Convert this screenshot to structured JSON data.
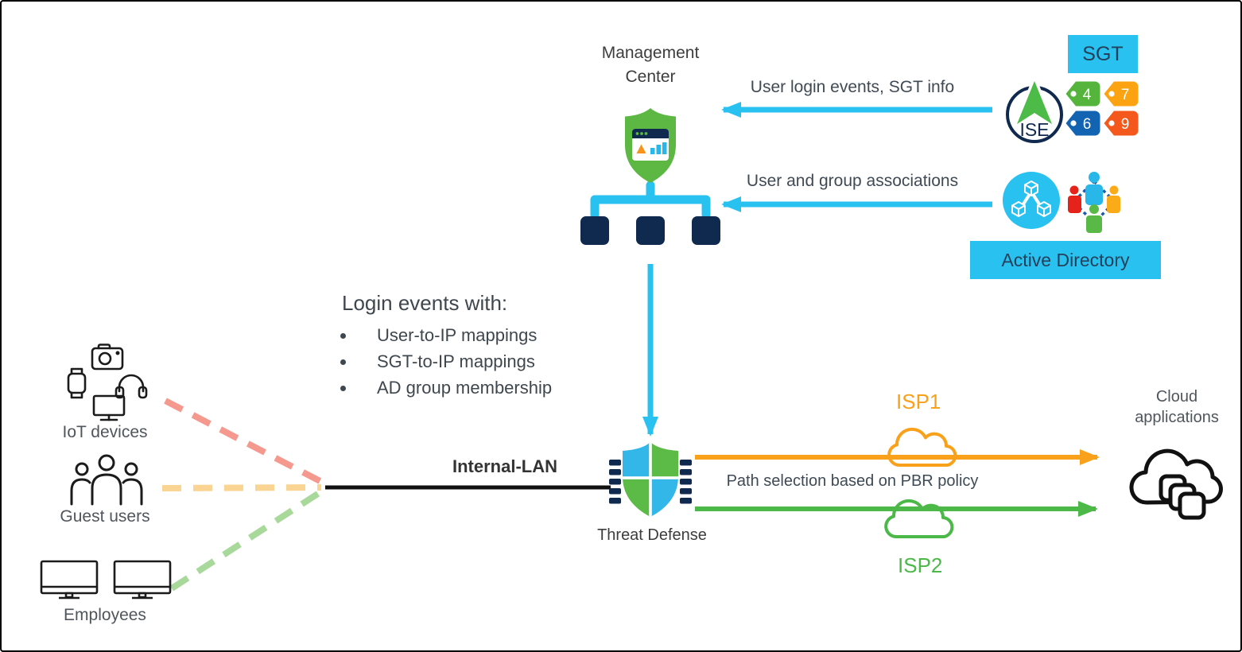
{
  "management_center": {
    "line1": "Management",
    "line2": "Center"
  },
  "flows": {
    "login_events_label": "User login events, SGT info",
    "group_assoc_label": "User and group associations",
    "path_selection_label": "Path selection based on PBR policy"
  },
  "ise": {
    "label": "ISE",
    "sgt_title": "SGT",
    "tags": [
      {
        "num": "4",
        "color": "#54B43C"
      },
      {
        "num": "7",
        "color": "#FCA311"
      },
      {
        "num": "6",
        "color": "#1263B2"
      },
      {
        "num": "9",
        "color": "#F4581C"
      }
    ]
  },
  "active_directory": {
    "label": "Active Directory"
  },
  "login_block": {
    "title": "Login events with:",
    "bullets": [
      "User-to-IP mappings",
      "SGT-to-IP mappings",
      "AD group membership"
    ]
  },
  "endpoints": {
    "iot": "IoT devices",
    "guests": "Guest users",
    "employees": "Employees"
  },
  "network": {
    "lan_label": "Internal-LAN",
    "firewall_label": "Threat Defense",
    "isp1": "ISP1",
    "isp2": "ISP2",
    "cloud_line1": "Cloud",
    "cloud_line2": "applications"
  },
  "colors": {
    "cyan": "#29C1F0",
    "navy": "#10294E",
    "green": "#4CB848",
    "orange": "#F9A11B"
  }
}
